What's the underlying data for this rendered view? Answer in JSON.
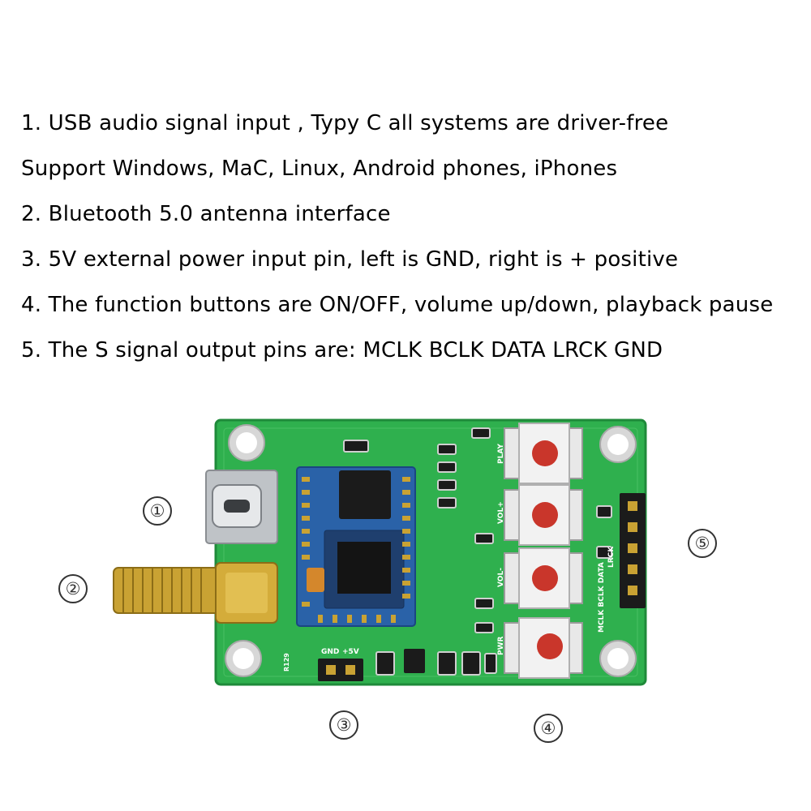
{
  "features": [
    "1. USB audio signal input , Typy C all systems are driver-free",
    "Support Windows, MaC, Linux, Android phones, iPhones",
    "2. Bluetooth 5.0 antenna interface",
    "3. 5V external power input pin, left is GND, right is + positive",
    "4. The function buttons are ON/OFF, volume up/down, playback pause",
    "5. The S signal output pins are: MCLK BCLK DATA LRCK GND"
  ],
  "callouts": [
    "①",
    "②",
    "③",
    "④",
    "⑤"
  ],
  "board": {
    "silkscreen": {
      "gnd": "GND",
      "plus5v": "+5V",
      "play": "PLAY",
      "vol_up": "VOL+",
      "vol_down": "VOL-",
      "power": "PWR",
      "i2s_pins": "MCLK BCLK DATA",
      "lrck": "LRCK",
      "ref": "R129"
    },
    "colors": {
      "pcb": "#2fb04e",
      "pcb_dark": "#1f8a3a",
      "module": "#2a62a8",
      "gold": "#c9a233",
      "button_cap": "#c9362b"
    }
  }
}
